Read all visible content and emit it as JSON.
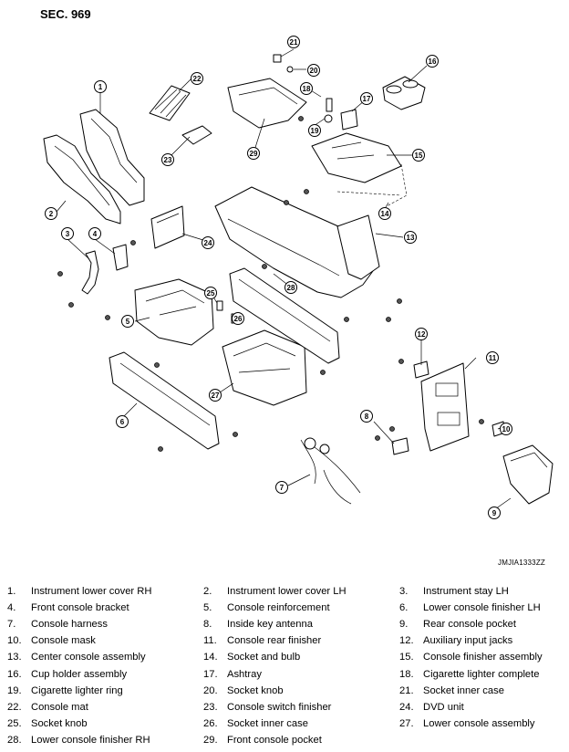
{
  "header": {
    "section": "SEC. 969"
  },
  "figure": {
    "ref_code": "JMJIA1333ZZ"
  },
  "callouts": [
    "1",
    "2",
    "3",
    "4",
    "5",
    "6",
    "7",
    "8",
    "9",
    "10",
    "11",
    "12",
    "13",
    "14",
    "15",
    "16",
    "17",
    "18",
    "19",
    "20",
    "21",
    "22",
    "23",
    "24",
    "25",
    "26",
    "27",
    "28",
    "29"
  ],
  "legend": [
    {
      "num": "1.",
      "name": "Instrument lower cover RH"
    },
    {
      "num": "2.",
      "name": "Instrument lower cover LH"
    },
    {
      "num": "3.",
      "name": "Instrument stay LH"
    },
    {
      "num": "4.",
      "name": "Front console bracket"
    },
    {
      "num": "5.",
      "name": "Console reinforcement"
    },
    {
      "num": "6.",
      "name": "Lower console finisher LH"
    },
    {
      "num": "7.",
      "name": "Console harness"
    },
    {
      "num": "8.",
      "name": "Inside key antenna"
    },
    {
      "num": "9.",
      "name": "Rear console pocket"
    },
    {
      "num": "10.",
      "name": "Console mask"
    },
    {
      "num": "11.",
      "name": "Console rear finisher"
    },
    {
      "num": "12.",
      "name": "Auxiliary input jacks"
    },
    {
      "num": "13.",
      "name": "Center console assembly"
    },
    {
      "num": "14.",
      "name": "Socket and bulb"
    },
    {
      "num": "15.",
      "name": "Console finisher assembly"
    },
    {
      "num": "16.",
      "name": "Cup holder assembly"
    },
    {
      "num": "17.",
      "name": "Ashtray"
    },
    {
      "num": "18.",
      "name": "Cigarette lighter complete"
    },
    {
      "num": "19.",
      "name": "Cigarette lighter ring"
    },
    {
      "num": "20.",
      "name": "Socket knob"
    },
    {
      "num": "21.",
      "name": "Socket inner case"
    },
    {
      "num": "22.",
      "name": "Console mat"
    },
    {
      "num": "23.",
      "name": "Console switch finisher"
    },
    {
      "num": "24.",
      "name": "DVD unit"
    },
    {
      "num": "25.",
      "name": "Socket knob"
    },
    {
      "num": "26.",
      "name": "Socket inner case"
    },
    {
      "num": "27.",
      "name": "Lower console assembly"
    },
    {
      "num": "28.",
      "name": "Lower console finisher RH"
    },
    {
      "num": "29.",
      "name": "Front console pocket"
    }
  ]
}
